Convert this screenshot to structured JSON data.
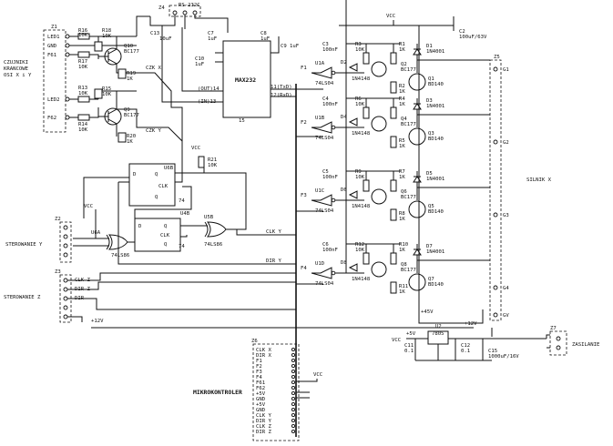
{
  "connectors": {
    "z1": {
      "ref": "Z1",
      "title_lines": [
        "CZUJNIKI",
        "KRANCOWE",
        "OSI X i Y"
      ],
      "pins": [
        "LED1",
        "GND",
        "F61",
        "LED2",
        "F62"
      ]
    },
    "z4": {
      "ref": "Z4",
      "title": "RS-232C"
    },
    "z2": {
      "ref": "Z2",
      "title": "STEROWANIE Y"
    },
    "z3": {
      "ref": "Z3",
      "title": "STEROWANIE Z",
      "pins": [
        "CLK Z",
        "DIR Z",
        "DIR"
      ]
    },
    "z5": {
      "ref": "Z5",
      "title": "SILNIK X",
      "pins": [
        "G1",
        "G2",
        "G3",
        "G4",
        "GV"
      ]
    },
    "z6": {
      "ref": "Z6",
      "title": "MIKROKONTROLER",
      "pins": [
        "CLK X",
        "DIR X",
        "F1",
        "F2",
        "F3",
        "F4",
        "F61",
        "F62",
        "+5V",
        "GND",
        "+5V",
        "GND",
        "CLK Y",
        "DIR Y",
        "CLK Z",
        "DIR Z"
      ]
    },
    "z7": {
      "ref": "Z7",
      "title": "ZASILANIE"
    }
  },
  "components": {
    "r16": {
      "ref": "R16",
      "value": "10K"
    },
    "r18": {
      "ref": "R18",
      "value": "10K"
    },
    "r17": {
      "ref": "R17",
      "value": "10K"
    },
    "r19": {
      "ref": "R19",
      "value": "1K"
    },
    "r13": {
      "ref": "R13",
      "value": "10K"
    },
    "r15": {
      "ref": "R15",
      "value": "10K"
    },
    "r14": {
      "ref": "R14",
      "value": "10K"
    },
    "r20": {
      "ref": "R20",
      "value": "1K"
    },
    "r21": {
      "ref": "R21",
      "value": "10K"
    },
    "q10": {
      "ref": "Q10",
      "type": "BC177"
    },
    "q9": {
      "ref": "Q9",
      "type": "BC177"
    },
    "c13": {
      "ref": "C13",
      "value": "10uF"
    },
    "c7": {
      "ref": "C7",
      "value": "1uF"
    },
    "c10": {
      "ref": "C10",
      "value": "1uF"
    },
    "c8": {
      "ref": "C8",
      "value": "1uF"
    },
    "c9": {
      "ref": "C9",
      "value": "1uF"
    },
    "max232": {
      "ref": "MAX232",
      "pins": [
        "(OUT)14",
        "(IN)13",
        "11(TxD)",
        "12(RxD)",
        "15"
      ]
    },
    "u6b": {
      "ref": "U6B",
      "part": "74"
    },
    "u6a": {
      "ref": "U6A",
      "part": "74LS86"
    },
    "u4b": {
      "ref": "U4B",
      "part": "74"
    },
    "u5b": {
      "ref": "U5B",
      "part": "74LS86"
    },
    "ff_pins": [
      "D",
      "Q",
      "CLK",
      "Q"
    ],
    "stages": [
      {
        "in": "F1",
        "gate": "U1A",
        "gate_type": "74LS04",
        "c": "C3",
        "c_val": "100nF",
        "r_a": "R3",
        "r_a_val": "10K",
        "r_b": "R1",
        "r_b_val": "1K",
        "d": "D2",
        "d_type": "1N4148",
        "q_a": "Q2",
        "q_a_type": "BC177",
        "r_c": "R2",
        "r_c_val": "1K",
        "q_b": "Q1",
        "q_b_type": "BD140",
        "d_fly": "D1",
        "d_fly_type": "1N4001"
      },
      {
        "in": "F2",
        "gate": "U1B",
        "gate_type": "74LS04",
        "c": "C4",
        "c_val": "100nF",
        "r_a": "R6",
        "r_a_val": "10K",
        "r_b": "R4",
        "r_b_val": "1K",
        "d": "D4",
        "d_type": "1N4148",
        "q_a": "Q4",
        "q_a_type": "BC177",
        "r_c": "R5",
        "r_c_val": "1K",
        "q_b": "Q3",
        "q_b_type": "BD140",
        "d_fly": "D3",
        "d_fly_type": "1N4001"
      },
      {
        "in": "F3",
        "gate": "U1C",
        "gate_type": "74LS04",
        "c": "C5",
        "c_val": "100nF",
        "r_a": "R9",
        "r_a_val": "10K",
        "r_b": "R7",
        "r_b_val": "1K",
        "d": "D6",
        "d_type": "1N4148",
        "q_a": "Q6",
        "q_a_type": "BC177",
        "r_c": "R8",
        "r_c_val": "1K",
        "q_b": "Q5",
        "q_b_type": "BD140",
        "d_fly": "D5",
        "d_fly_type": "1N4001"
      },
      {
        "in": "F4",
        "gate": "U1D",
        "gate_type": "74LS04",
        "c": "C6",
        "c_val": "100nF",
        "r_a": "R12",
        "r_a_val": "10K",
        "r_b": "R10",
        "r_b_val": "1K",
        "d": "D8",
        "d_type": "1N4148",
        "q_a": "Q8",
        "q_a_type": "BC177",
        "r_c": "R11",
        "r_c_val": "1K",
        "q_b": "Q7",
        "q_b_type": "BD140",
        "d_fly": "D7",
        "d_fly_type": "1N4001"
      }
    ],
    "c2": {
      "ref": "C2",
      "value": "100uF/63V"
    },
    "u2": {
      "ref": "U2",
      "part": "7805"
    },
    "c11": {
      "ref": "C11",
      "value": "0.1"
    },
    "c12": {
      "ref": "C12",
      "value": "0.1"
    },
    "c15": {
      "ref": "C15",
      "value": "1000uF/16V"
    }
  },
  "nets": {
    "vcc": "VCC",
    "v12": "+12V",
    "v45": "+45V",
    "v5": "+5V",
    "czk_x": "CZK X",
    "czk_y": "CZK Y",
    "clk_y": "CLK Y",
    "dir_y": "DIR Y"
  }
}
